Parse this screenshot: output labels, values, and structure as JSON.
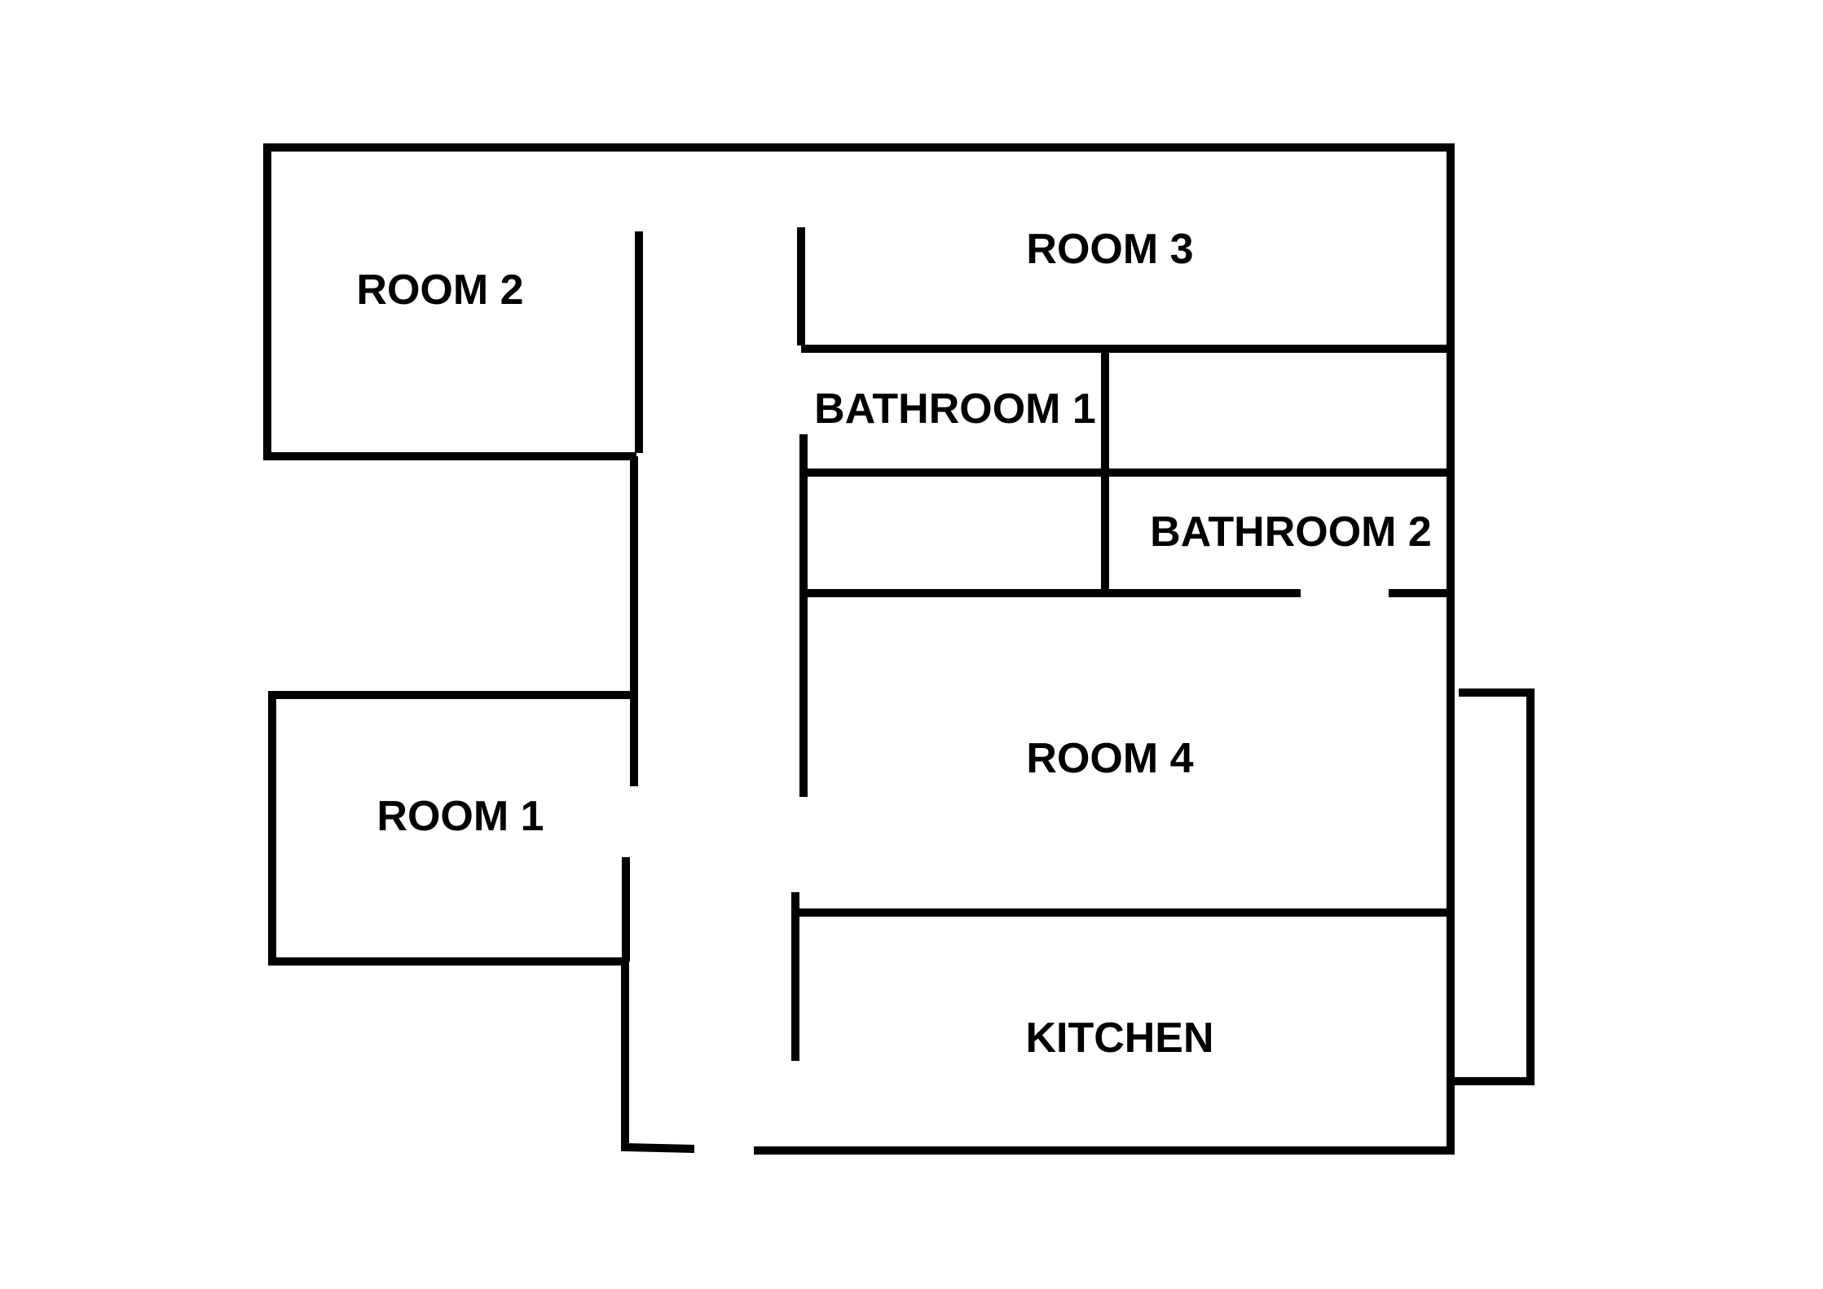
{
  "floor_plan": {
    "colors": {
      "wall": "#000000",
      "background": "#ffffff",
      "text": "#000000"
    },
    "rooms": {
      "room1": "ROOM 1",
      "room2": "ROOM 2",
      "room3": "ROOM 3",
      "room4": "ROOM 4",
      "bathroom1": "BATHROOM 1",
      "bathroom2": "BATHROOM 2",
      "kitchen": "KITCHEN"
    }
  }
}
